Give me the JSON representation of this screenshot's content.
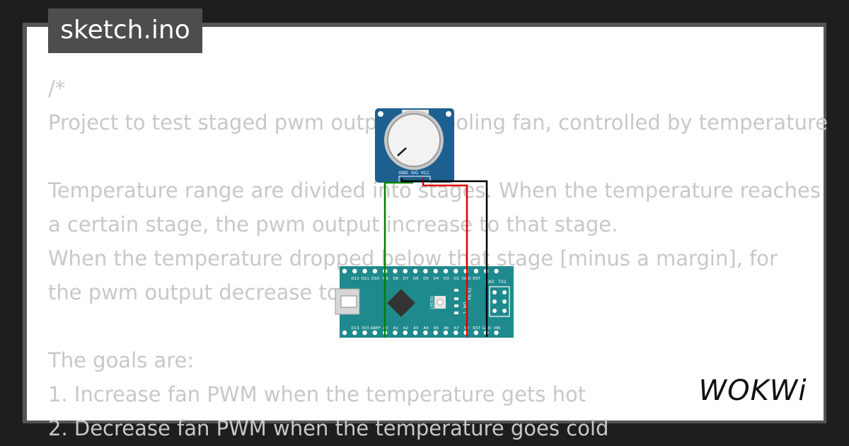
{
  "tab": {
    "filename": "sketch.ino"
  },
  "code": {
    "lines": [
      "/*",
      "Project to test staged pwm output to cooling fan, controlled by temperature",
      "",
      "Temperature range are divided into stages. When the temperature reaches",
      "a certain stage, the pwm output increase to that stage.",
      "When the temperature dropped below that stage [minus a margin], for",
      "the pwm output decrease to",
      "",
      "The goals are:",
      "1. Increase fan PWM when the temperature gets hot",
      "2. Decrease fan PWM when the temperature goes cold"
    ]
  },
  "sensor": {
    "pins": [
      "GND",
      "SIG",
      "VCC"
    ]
  },
  "board": {
    "top_pins": [
      "D12",
      "D11",
      "D10",
      "D9",
      "D8",
      "D7",
      "D6",
      "D5",
      "D4",
      "D3",
      "D2",
      "GND",
      "RST"
    ],
    "bottom_pins": [
      "D13",
      "3V3",
      "AREF",
      "A0",
      "A1",
      "A2",
      "A3",
      "A4",
      "A5",
      "A6",
      "A7",
      "5V",
      "RST",
      "GND",
      "VIN"
    ],
    "labels": {
      "reset": "RESET",
      "tx": "TX",
      "rx": "RX",
      "on": "ON",
      "l": "L",
      "rx0": "RX0",
      "tx1": "TX1"
    }
  },
  "colors": {
    "wire_gnd": "#000000",
    "wire_sig": "#008000",
    "wire_vcc": "#e00000",
    "board": "#1f8a8e",
    "sensor": "#1d5f8f"
  },
  "logo": {
    "text": "WOKWi"
  }
}
